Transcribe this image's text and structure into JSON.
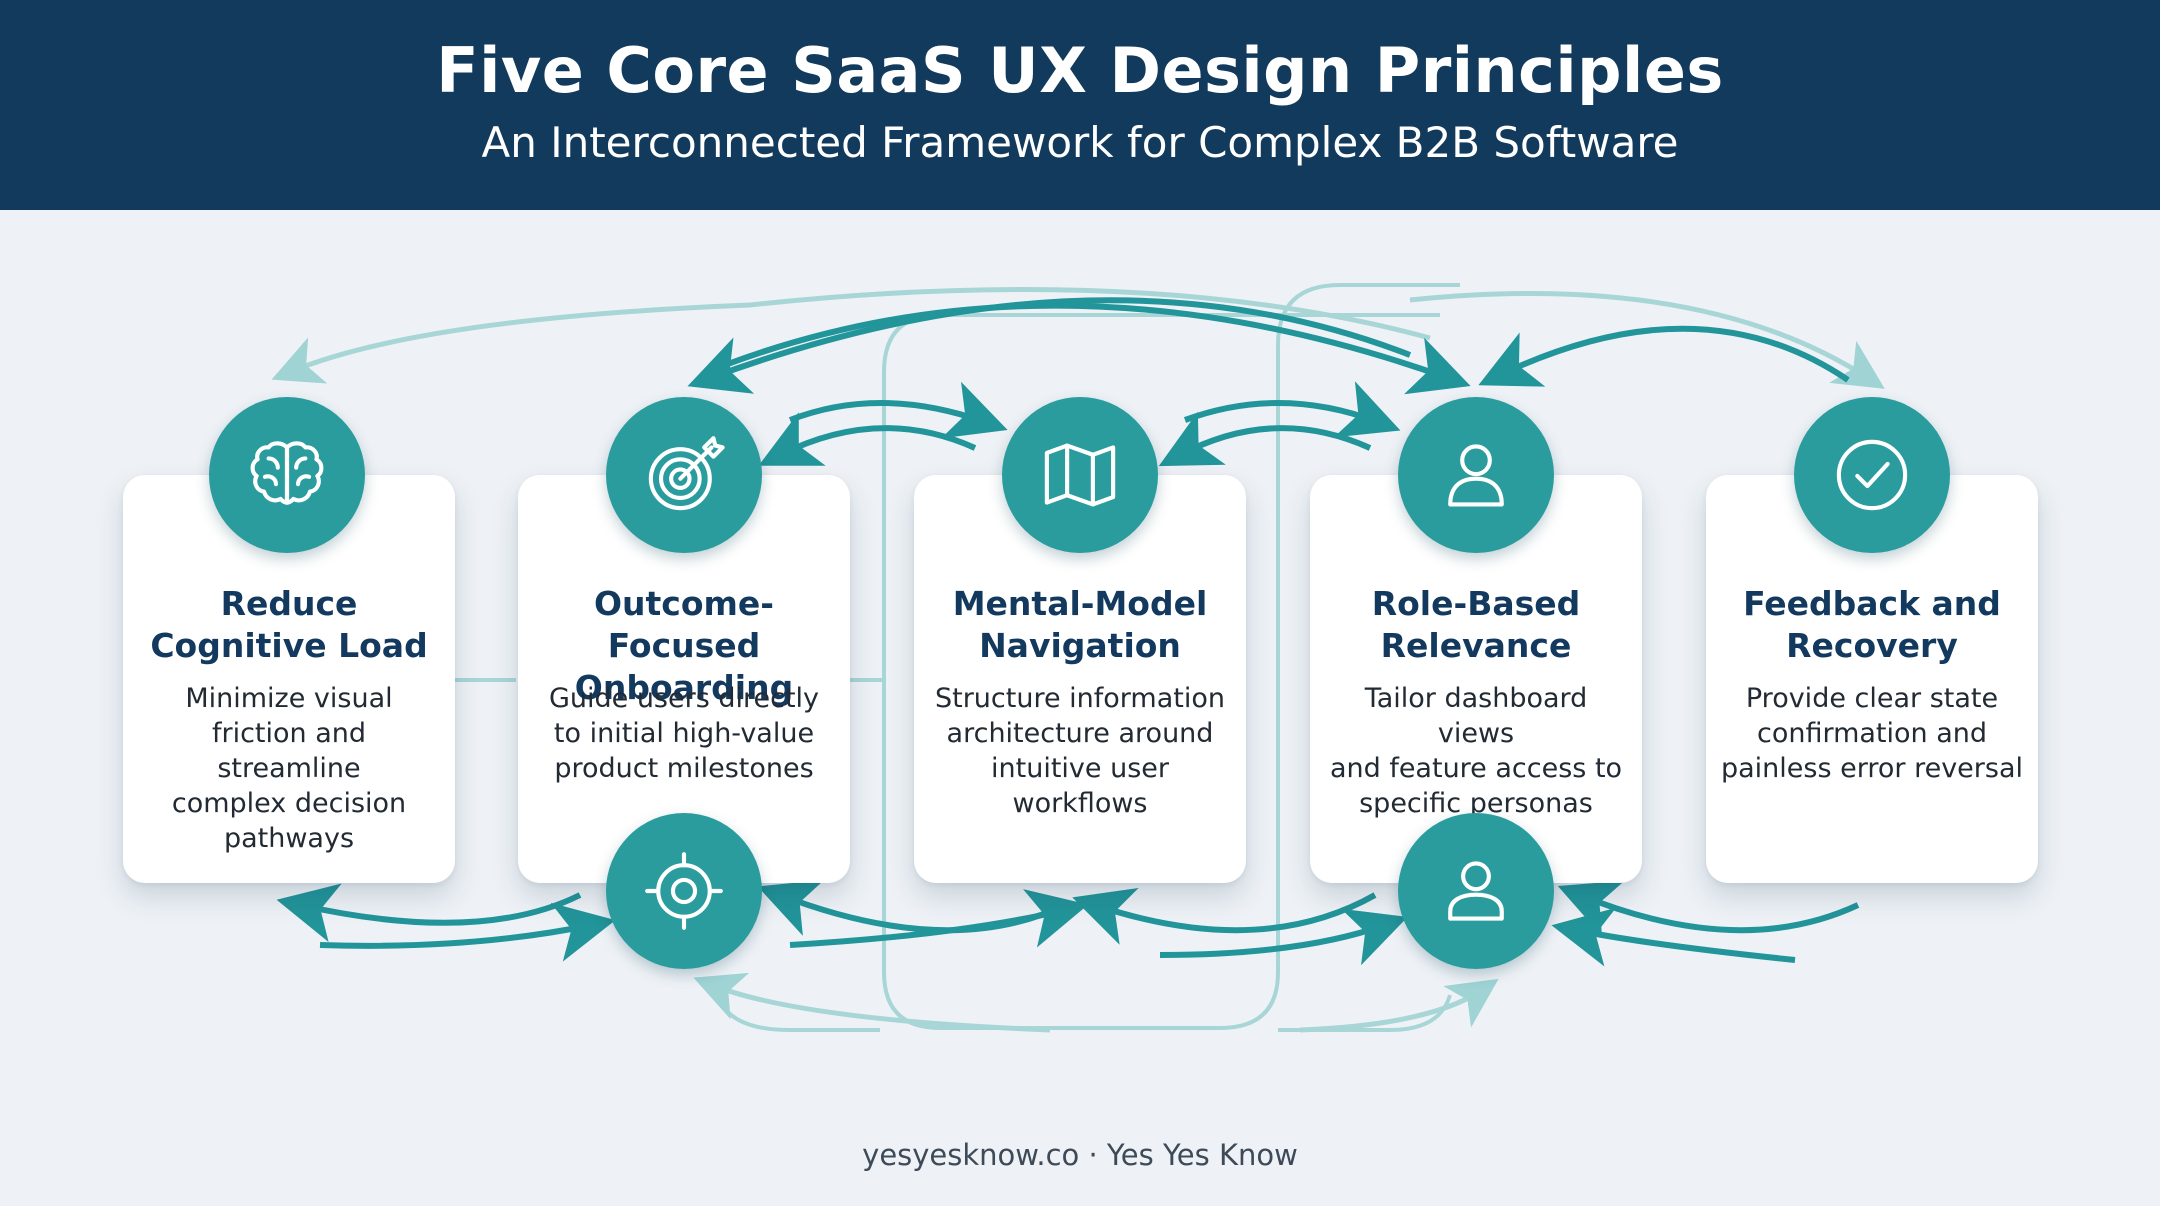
{
  "header": {
    "title": "Five Core SaaS UX Design Principles",
    "subtitle": "An Interconnected Framework for Complex B2B Software"
  },
  "principles": [
    {
      "title_line1": "Reduce",
      "title_line2": "Cognitive Load",
      "desc_lines": [
        "Minimize visual",
        "friction and streamline",
        "complex decision",
        "pathways"
      ],
      "icon": "brain-icon"
    },
    {
      "title_line1": "Outcome-Focused",
      "title_line2": "Onboarding",
      "desc_lines": [
        "Guide users directly",
        "to initial high-value",
        "product milestones"
      ],
      "icon": "target-arrow-icon",
      "bottom_icon": "crosshair-icon"
    },
    {
      "title_line1": "Mental-Model",
      "title_line2": "Navigation",
      "desc_lines": [
        "Structure information",
        "architecture around",
        "intuitive user",
        "workflows"
      ],
      "icon": "map-icon"
    },
    {
      "title_line1": "Role-Based",
      "title_line2": "Relevance",
      "desc_lines": [
        "Tailor dashboard views",
        "and feature access to",
        "specific personas"
      ],
      "icon": "user-icon",
      "bottom_icon": "user-badge-icon"
    },
    {
      "title_line1": "Feedback and",
      "title_line2": "Recovery",
      "desc_lines": [
        "Provide clear state",
        "confirmation and",
        "painless error reversal"
      ],
      "icon": "check-circle-icon"
    }
  ],
  "footer": {
    "text": "yesyesknow.co · Yes Yes Know"
  },
  "colors": {
    "header_bg": "#123a5c",
    "accent_teal": "#2a9c9e",
    "connector_light": "#9fd3d4",
    "title_navy": "#133a5e",
    "background": "#eef2f6"
  }
}
